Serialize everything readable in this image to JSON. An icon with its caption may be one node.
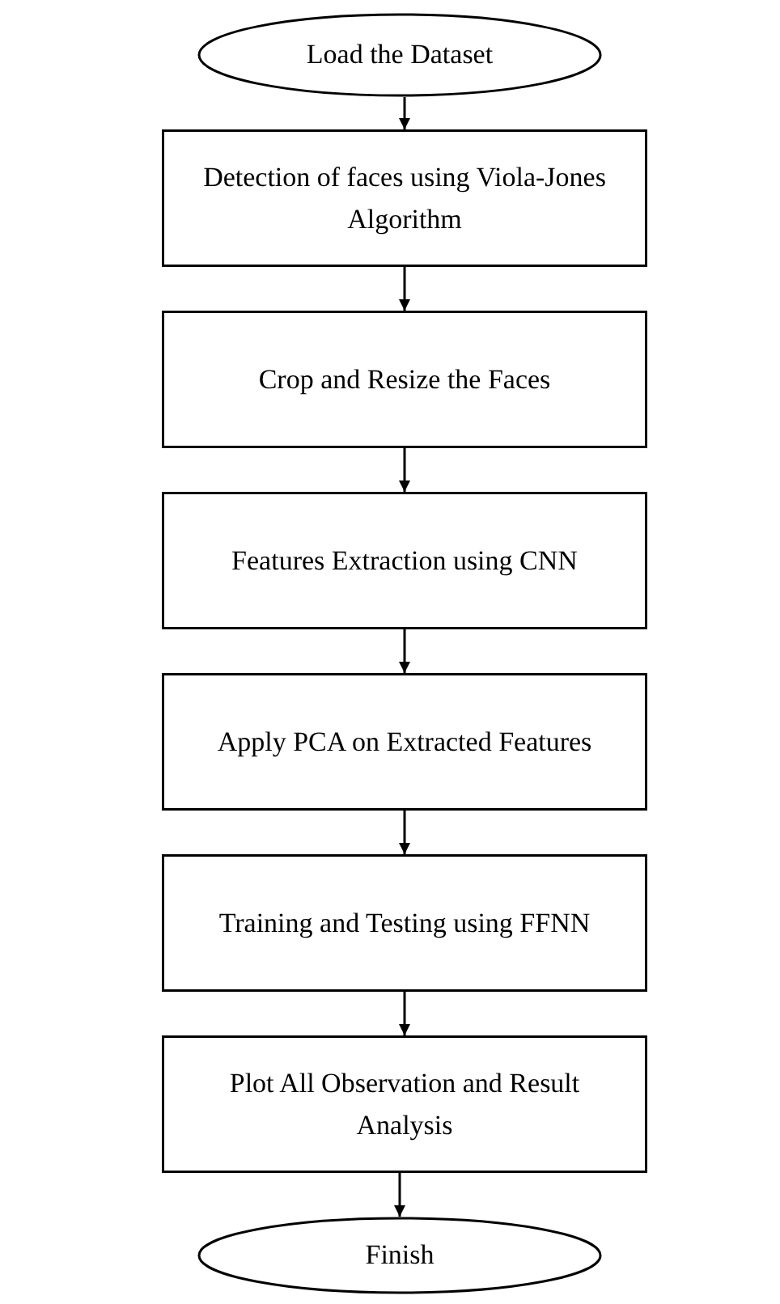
{
  "diagram": {
    "nodes": [
      {
        "text": [
          "Load the Dataset"
        ]
      },
      {
        "text": [
          "Detection of faces using Viola-Jones Algorithm"
        ]
      },
      {
        "text": [
          "Crop and Resize the Faces"
        ]
      },
      {
        "text": [
          "Features Extraction using CNN"
        ]
      },
      {
        "text": [
          "Apply PCA on Extracted Features"
        ]
      },
      {
        "text": [
          "Training and Testing using FFNN"
        ]
      },
      {
        "text": [
          "Plot All Observation and Result Analysis"
        ]
      },
      {
        "text": [
          "Finish"
        ]
      }
    ],
    "edges": [
      {
        "from": 0,
        "to": 1,
        "arrow": "to"
      },
      {
        "from": 1,
        "to": 2,
        "arrow": "to"
      },
      {
        "from": 2,
        "to": 3,
        "arrow": "to"
      },
      {
        "from": 3,
        "to": 4,
        "arrow": "to"
      },
      {
        "from": 4,
        "to": 5,
        "arrow": "to"
      },
      {
        "from": 5,
        "to": 6,
        "arrow": "to"
      },
      {
        "from": 6,
        "to": 7,
        "arrow": "to"
      }
    ]
  }
}
